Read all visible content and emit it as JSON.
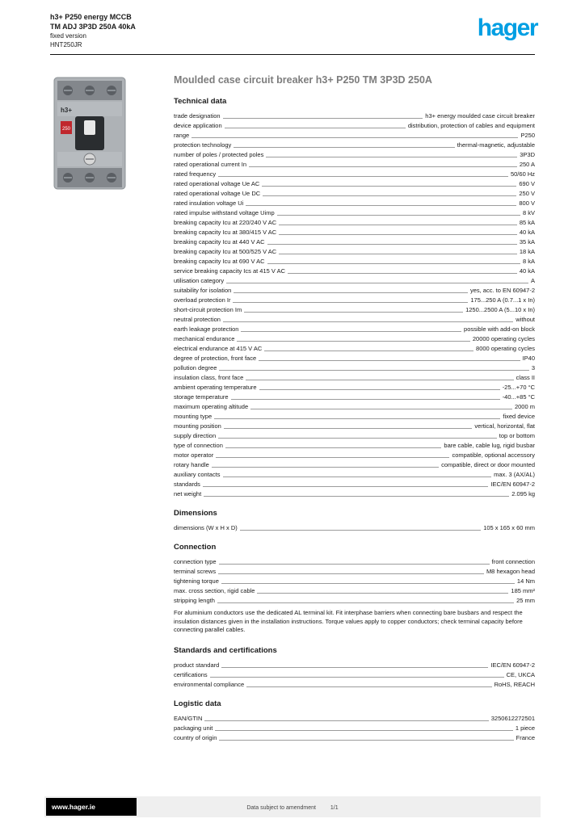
{
  "header": {
    "line1": "h3+ P250 energy MCCB",
    "line2": "TM ADJ 3P3D 250A 40kA",
    "line3": "fixed version",
    "line4": "HNT250JR",
    "brand": "hager",
    "brand_color": "#009fe3"
  },
  "product": {
    "label": "h3+",
    "rating_label": "250"
  },
  "main": {
    "title": "Moulded case circuit breaker h3+ P250 TM 3P3D 250A"
  },
  "sections": [
    {
      "title": "Technical data",
      "rows": [
        {
          "label": "trade designation",
          "value": "h3+ energy moulded case circuit breaker"
        },
        {
          "label": "device application",
          "value": "distribution, protection of cables and equipment"
        },
        {
          "label": "range",
          "value": "P250"
        },
        {
          "label": "protection technology",
          "value": "thermal-magnetic, adjustable"
        },
        {
          "label": "number of poles / protected poles",
          "value": "3P3D"
        },
        {
          "label": "rated operational current In",
          "value": "250 A"
        },
        {
          "label": "rated frequency",
          "value": "50/60 Hz"
        },
        {
          "label": "rated operational voltage Ue AC",
          "value": "690 V"
        },
        {
          "label": "rated operational voltage Ue DC",
          "value": "250 V"
        },
        {
          "label": "rated insulation voltage Ui",
          "value": "800 V"
        },
        {
          "label": "rated impulse withstand voltage Uimp",
          "value": "8 kV"
        },
        {
          "label": "breaking capacity Icu at 220/240 V AC",
          "value": "85 kA"
        },
        {
          "label": "breaking capacity Icu at 380/415 V AC",
          "value": "40 kA"
        },
        {
          "label": "breaking capacity Icu at 440 V AC",
          "value": "35 kA"
        },
        {
          "label": "breaking capacity Icu at 500/525 V AC",
          "value": "18 kA"
        },
        {
          "label": "breaking capacity Icu at 690 V AC",
          "value": "8 kA"
        },
        {
          "label": "service breaking capacity Ics at 415 V AC",
          "value": "40 kA"
        },
        {
          "label": "utilisation category",
          "value": "A"
        },
        {
          "label": "suitability for isolation",
          "value": "yes, acc. to EN 60947-2"
        },
        {
          "label": "overload protection Ir",
          "value": "175...250 A (0.7...1 x In)"
        },
        {
          "label": "short-circuit protection Im",
          "value": "1250...2500 A (5...10 x In)"
        },
        {
          "label": "neutral protection",
          "value": "without"
        },
        {
          "label": "earth leakage protection",
          "value": "possible with add-on block"
        },
        {
          "label": "mechanical endurance",
          "value": "20000 operating cycles"
        },
        {
          "label": "electrical endurance at 415 V AC",
          "value": "8000 operating cycles"
        },
        {
          "label": "degree of protection, front face",
          "value": "IP40"
        },
        {
          "label": "pollution degree",
          "value": "3"
        },
        {
          "label": "insulation class, front face",
          "value": "class II"
        },
        {
          "label": "ambient operating temperature",
          "value": "-25...+70 °C"
        },
        {
          "label": "storage temperature",
          "value": "-40...+85 °C"
        },
        {
          "label": "maximum operating altitude",
          "value": "2000 m"
        },
        {
          "label": "mounting type",
          "value": "fixed device"
        },
        {
          "label": "mounting position",
          "value": "vertical, horizontal, flat"
        },
        {
          "label": "supply direction",
          "value": "top or bottom"
        },
        {
          "label": "type of connection",
          "value": "bare cable, cable lug, rigid busbar"
        },
        {
          "label": "motor operator",
          "value": "compatible, optional accessory"
        },
        {
          "label": "rotary handle",
          "value": "compatible, direct or door mounted"
        },
        {
          "label": "auxiliary contacts",
          "value": "max. 3 (AX/AL)"
        },
        {
          "label": "standards",
          "value": "IEC/EN 60947-2"
        },
        {
          "label": "net weight",
          "value": "2.095 kg"
        }
      ]
    },
    {
      "title": "Dimensions",
      "rows": [
        {
          "label": "dimensions (W x H x D)",
          "value": "105 x 165 x 60 mm"
        }
      ]
    },
    {
      "title": "Connection",
      "rows": [
        {
          "label": "connection type",
          "value": "front connection"
        },
        {
          "label": "terminal screws",
          "value": "M8 hexagon head"
        },
        {
          "label": "tightening torque",
          "value": "14 Nm"
        },
        {
          "label": "max. cross section, rigid cable",
          "value": "185 mm²"
        },
        {
          "label": "stripping length",
          "value": "25 mm"
        }
      ],
      "note": "For aluminium conductors use the dedicated AL terminal kit. Fit interphase barriers when connecting bare busbars and respect the insulation distances given in the installation instructions. Torque values apply to copper conductors; check terminal capacity before connecting parallel cables."
    },
    {
      "title": "Standards and certifications",
      "rows": [
        {
          "label": "product standard",
          "value": "IEC/EN 60947-2"
        },
        {
          "label": "certifications",
          "value": "CE, UKCA"
        },
        {
          "label": "environmental compliance",
          "value": "RoHS, REACH"
        }
      ]
    },
    {
      "title": "Logistic data",
      "rows": [
        {
          "label": "EAN/GTIN",
          "value": "3250612272501"
        },
        {
          "label": "packaging unit",
          "value": "1 piece"
        },
        {
          "label": "country of origin",
          "value": "France"
        }
      ]
    }
  ],
  "footer": {
    "website": "www.hager.ie",
    "note": "Data subject to amendment",
    "page": "1/1"
  }
}
